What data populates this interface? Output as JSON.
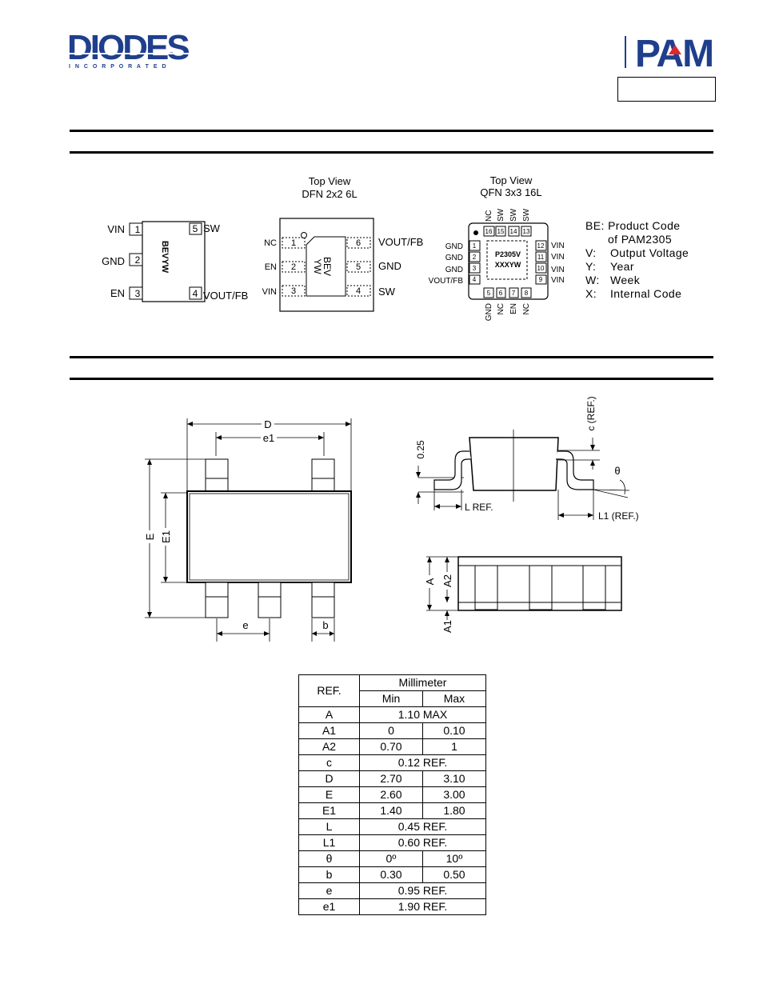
{
  "header": {
    "diodes_logo_text": "DIODES",
    "diodes_logo_sub": "I N C O R P O R A T E D",
    "pam_logo_text": "PAM"
  },
  "sot_pins": {
    "left": [
      {
        "name": "VIN",
        "num": "1"
      },
      {
        "name": "GND",
        "num": "2"
      },
      {
        "name": "EN",
        "num": "3"
      }
    ],
    "right": [
      {
        "name": "SW",
        "num": "5"
      },
      {
        "name": "VOUT/FB",
        "num": "4"
      }
    ],
    "marking": "BEVYW"
  },
  "dfn": {
    "title_line1": "Top View",
    "title_line2": "DFN 2x2 6L",
    "left_pins": [
      {
        "name": "NC",
        "num": "1"
      },
      {
        "name": "EN",
        "num": "2"
      },
      {
        "name": "VIN",
        "num": "3"
      }
    ],
    "right_pins": [
      {
        "name": "VOUT/FB",
        "num": "6"
      },
      {
        "name": "GND",
        "num": "5"
      },
      {
        "name": "SW",
        "num": "4"
      }
    ],
    "marking_line1": "BEV",
    "marking_line2": "YW"
  },
  "qfn": {
    "title_line1": "Top View",
    "title_line2": "QFN 3x3 16L",
    "top_pins": [
      {
        "name": "NC",
        "num": "16"
      },
      {
        "name": "SW",
        "num": "15"
      },
      {
        "name": "SW",
        "num": "14"
      },
      {
        "name": "SW",
        "num": "13"
      }
    ],
    "left_pins": [
      {
        "name": "GND",
        "num": "1"
      },
      {
        "name": "GND",
        "num": "2"
      },
      {
        "name": "GND",
        "num": "3"
      },
      {
        "name": "VOUT/FB",
        "num": "4"
      }
    ],
    "right_pins": [
      {
        "name": "VIN",
        "num": "12"
      },
      {
        "name": "VIN",
        "num": "11"
      },
      {
        "name": "VIN",
        "num": "10"
      },
      {
        "name": "VIN",
        "num": "9"
      }
    ],
    "bottom_pins": [
      {
        "name": "GND",
        "num": "5"
      },
      {
        "name": "NC",
        "num": "6"
      },
      {
        "name": "EN",
        "num": "7"
      },
      {
        "name": "NC",
        "num": "8"
      }
    ],
    "marking_line1": "P2305V",
    "marking_line2": "XXXYW"
  },
  "legend": [
    {
      "key": "BE:",
      "text": "Product Code"
    },
    {
      "key": "",
      "text": "of PAM2305"
    },
    {
      "key": "V:",
      "text": "Output Voltage"
    },
    {
      "key": "Y:",
      "text": "Year"
    },
    {
      "key": "W:",
      "text": "Week"
    },
    {
      "key": "X:",
      "text": "Internal Code"
    }
  ],
  "drawing_labels": {
    "D": "D",
    "e1": "e1",
    "E": "E",
    "E1": "E1",
    "e": "e",
    "b": "b",
    "dim_025": "0.25",
    "c_ref": "c (REF.)",
    "theta": "θ",
    "L_ref": "L REF.",
    "L1_ref": "L1 (REF.)",
    "A": "A",
    "A2": "A2",
    "A1": "A1"
  },
  "table": {
    "ref_header": "REF.",
    "unit_header": "Millimeter",
    "min_header": "Min",
    "max_header": "Max",
    "rows": [
      {
        "ref": "A",
        "span": "1.10 MAX"
      },
      {
        "ref": "A1",
        "min": "0",
        "max": "0.10"
      },
      {
        "ref": "A2",
        "min": "0.70",
        "max": "1"
      },
      {
        "ref": "c",
        "span": "0.12 REF."
      },
      {
        "ref": "D",
        "min": "2.70",
        "max": "3.10"
      },
      {
        "ref": "E",
        "min": "2.60",
        "max": "3.00"
      },
      {
        "ref": "E1",
        "min": "1.40",
        "max": "1.80"
      },
      {
        "ref": "L",
        "span": "0.45 REF."
      },
      {
        "ref": "L1",
        "span": "0.60 REF."
      },
      {
        "ref": "θ",
        "min": "0º",
        "max": "10º"
      },
      {
        "ref": "b",
        "min": "0.30",
        "max": "0.50"
      },
      {
        "ref": "e",
        "span": "0.95 REF."
      },
      {
        "ref": "e1",
        "span": "1.90 REF."
      }
    ]
  },
  "colors": {
    "diodes_blue": "#1f3f8c",
    "pam_blue": "#1f3f8c",
    "pam_red": "#e0262e"
  }
}
